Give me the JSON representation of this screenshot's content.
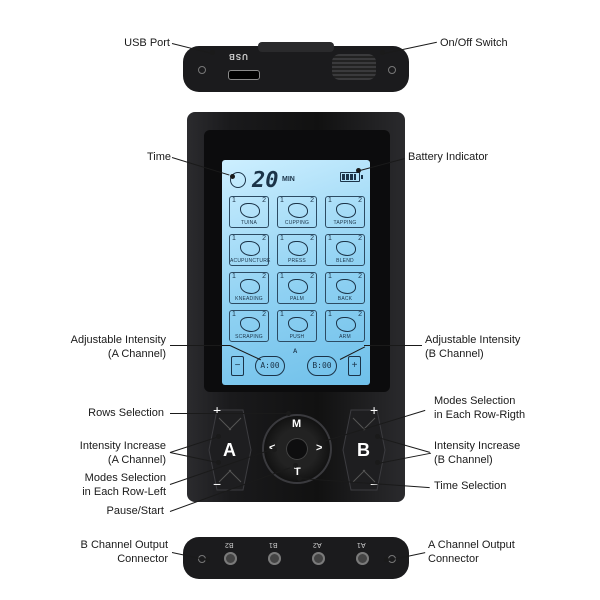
{
  "labels": {
    "usb_port": "USB Port",
    "on_off_switch": "On/Off Switch",
    "time": "Time",
    "battery_indicator": "Battery Indicator",
    "adj_a_1": "Adjustable Intensity",
    "adj_a_2": "(A Channel)",
    "adj_b_1": "Adjustable Intensity",
    "adj_b_2": "(B Channel)",
    "rows_selection": "Rows Selection",
    "modes_right_1": "Modes Selection",
    "modes_right_2": "in Each Row-Rigth",
    "inc_a_1": "Intensity Increase",
    "inc_a_2": "(A Channel)",
    "inc_b_1": "Intensity Increase",
    "inc_b_2": "(B Channel)",
    "modes_left_1": "Modes Selection",
    "modes_left_2": "in Each Row-Left",
    "time_selection": "Time Selection",
    "pause_start": "Pause/Start",
    "b_out_1": "B Channel Output",
    "b_out_2": "Connector",
    "a_out_1": "A Channel Output",
    "a_out_2": "Connector"
  },
  "top_cap": {
    "usb_text": "USB"
  },
  "lcd": {
    "time_value": "20",
    "time_unit": "MIN",
    "channel_mark": "A",
    "a_value": "A:00",
    "b_value": "B:00",
    "minus": "−",
    "plus": "+",
    "modes": [
      {
        "n1": "1",
        "n2": "2",
        "name": "TUINA"
      },
      {
        "n1": "1",
        "n2": "2",
        "name": "CUPPING"
      },
      {
        "n1": "1",
        "n2": "2",
        "name": "TAPPING"
      },
      {
        "n1": "1",
        "n2": "2",
        "name": "ACUPUNCTURE"
      },
      {
        "n1": "1",
        "n2": "2",
        "name": "PRESS"
      },
      {
        "n1": "1",
        "n2": "2",
        "name": "BLEND"
      },
      {
        "n1": "1",
        "n2": "2",
        "name": "KNEADING"
      },
      {
        "n1": "1",
        "n2": "2",
        "name": "PALM"
      },
      {
        "n1": "1",
        "n2": "2",
        "name": "BACK"
      },
      {
        "n1": "1",
        "n2": "2",
        "name": "SCRAPING"
      },
      {
        "n1": "1",
        "n2": "2",
        "name": "PUSH"
      },
      {
        "n1": "1",
        "n2": "2",
        "name": "ARM"
      }
    ]
  },
  "buttons": {
    "a_letter": "A",
    "b_letter": "B",
    "plus": "+",
    "minus": "−",
    "m": "M",
    "t": "T",
    "left": "<",
    "right": ">"
  },
  "bottom_cap": {
    "jacks": [
      "B2",
      "B1",
      "A2",
      "A1"
    ]
  },
  "colors": {
    "lcd": "#8fd1f2",
    "body": "#1a1a1c",
    "text": "#1a1a1a"
  }
}
